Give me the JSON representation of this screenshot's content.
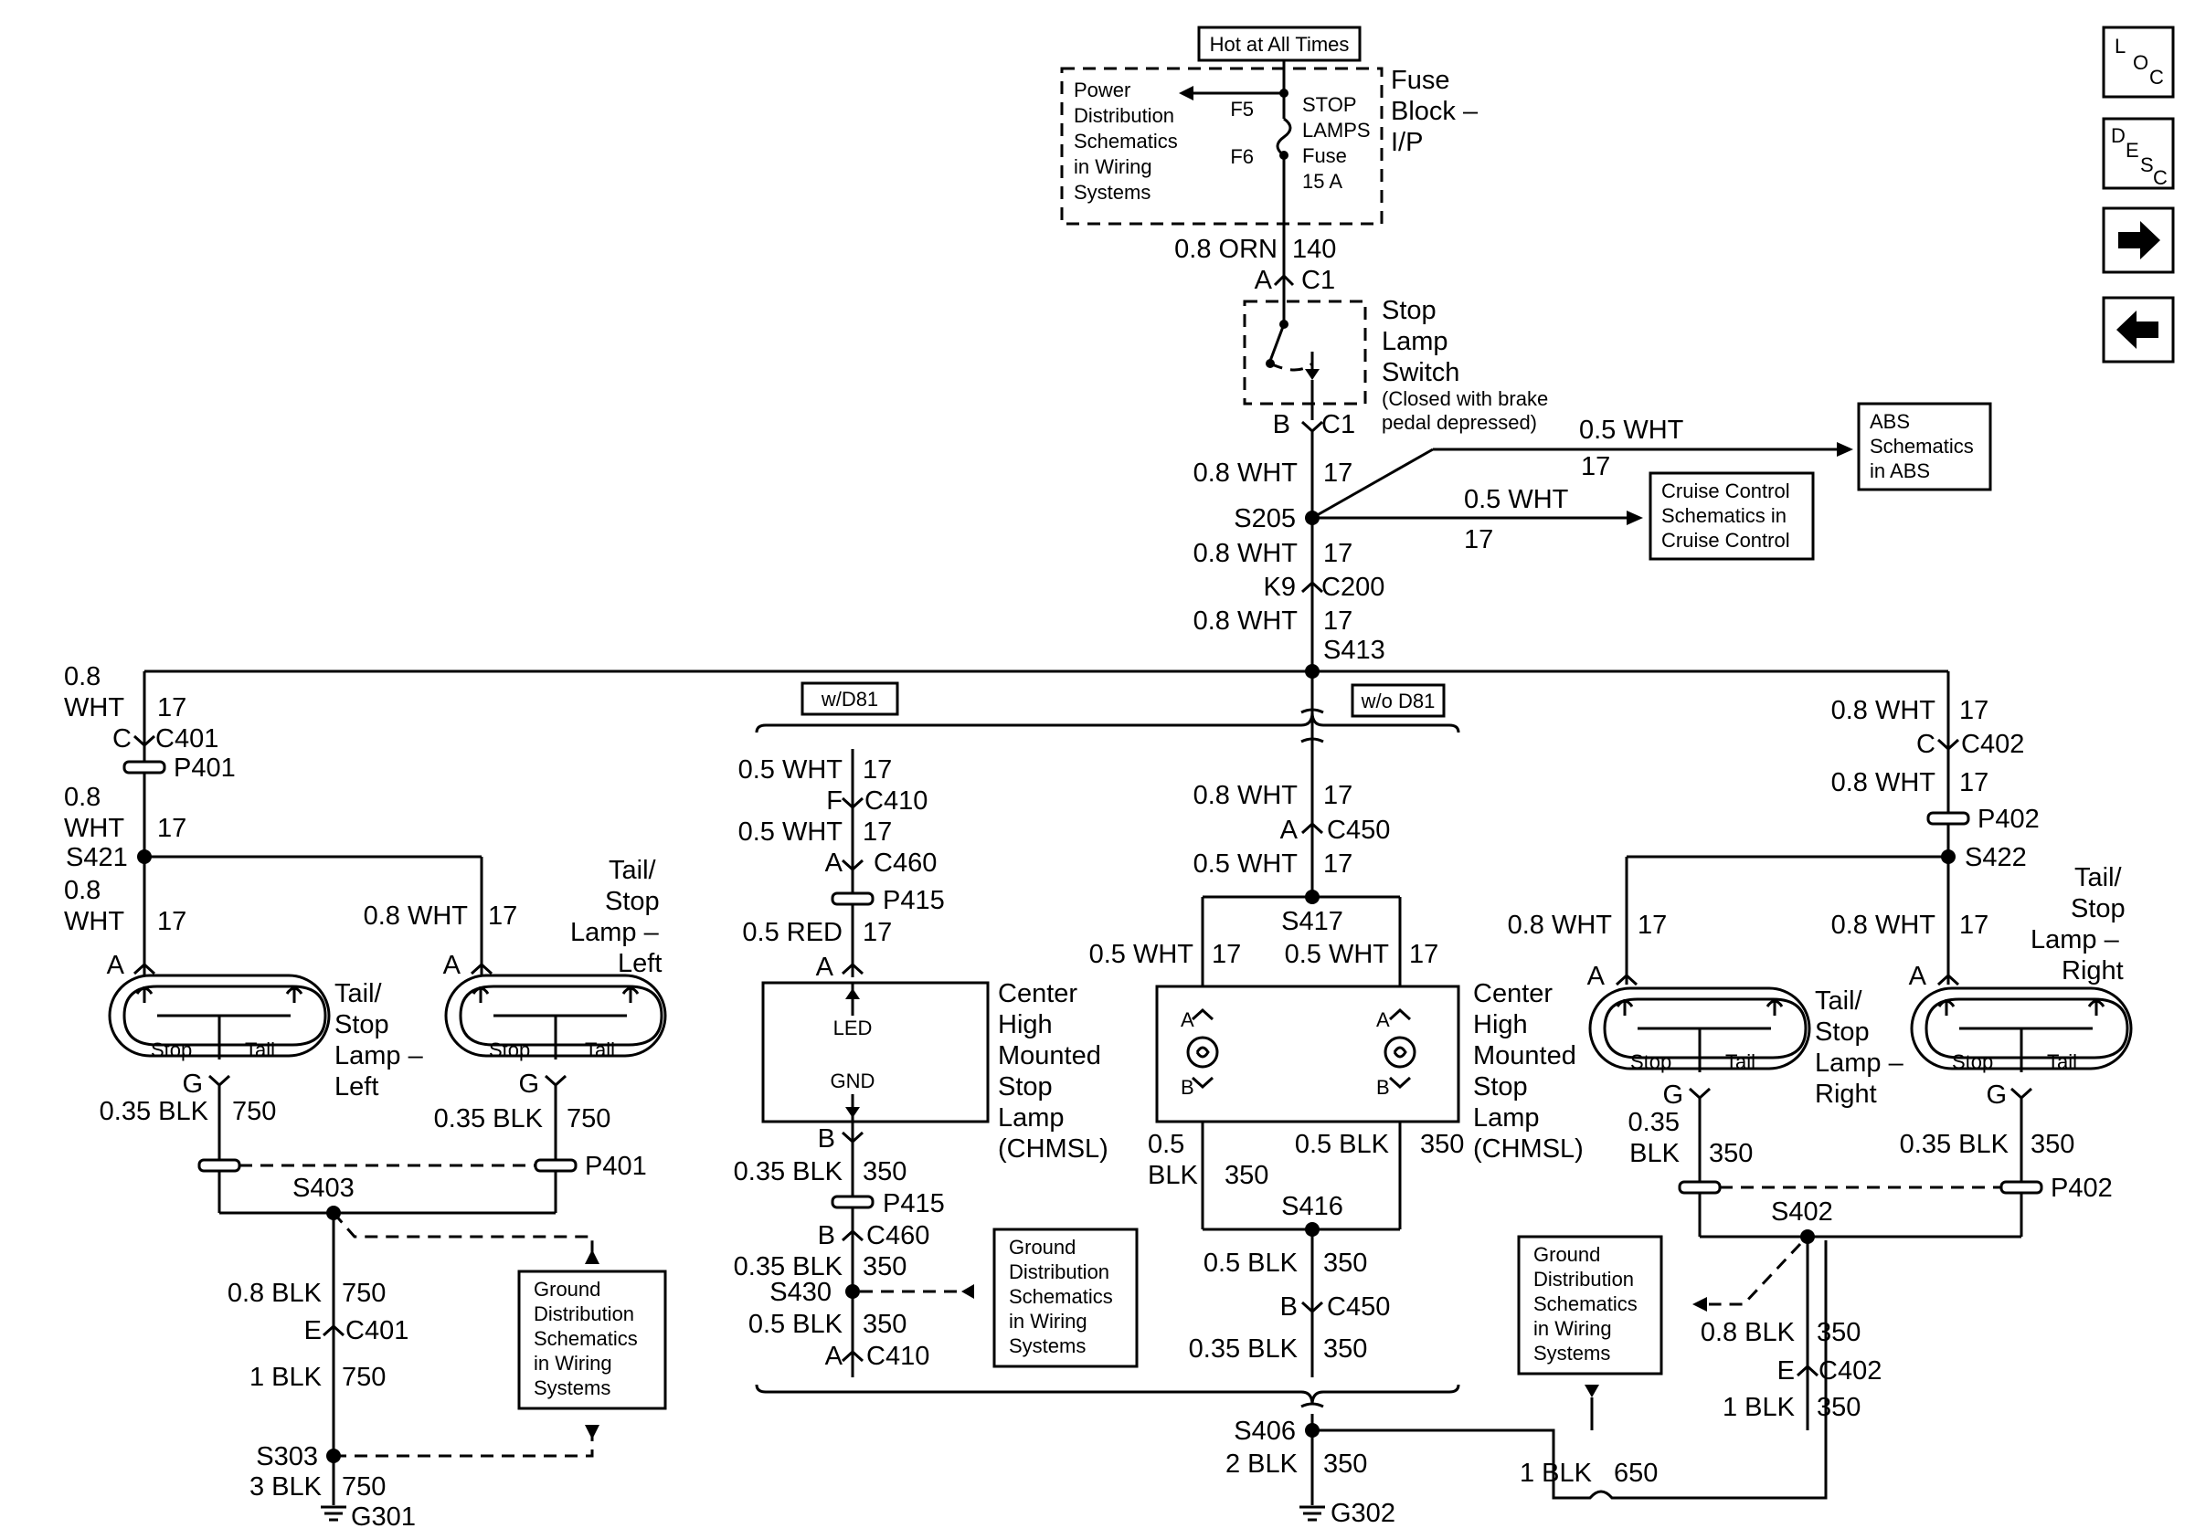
{
  "fuse": {
    "hot_label": "Hot at All Times",
    "power_dist": [
      "Power",
      "Distribution",
      "Schematics",
      "in Wiring",
      "Systems"
    ],
    "f5": "F5",
    "f6": "F6",
    "fuse_name": [
      "STOP",
      "LAMPS",
      "Fuse",
      "15 A"
    ],
    "block": [
      "Fuse",
      "Block –",
      "I/P"
    ]
  },
  "top_wire": {
    "size": "0.8 ORN",
    "circuit": "140",
    "pin": "A",
    "conn": "C1"
  },
  "switch": {
    "title": [
      "Stop",
      "Lamp",
      "Switch"
    ],
    "note": [
      "(Closed with brake",
      "pedal depressed)"
    ],
    "pin": "B",
    "conn": "C1"
  },
  "abs": {
    "wire": "0.5 WHT",
    "circuit": "17",
    "box": [
      "ABS",
      "Schematics",
      "in ABS"
    ]
  },
  "cruise": {
    "wire": "0.5 WHT",
    "circuit": "17",
    "box": [
      "Cruise Control",
      "Schematics in",
      "Cruise Control"
    ]
  },
  "trunk": {
    "w1": "0.8 WHT",
    "c1": "17",
    "splice": "S205",
    "w2": "0.8 WHT",
    "c2": "17",
    "pin": "K9",
    "conn": "C200",
    "w3": "0.8 WHT",
    "c3": "17",
    "splice2": "S413"
  },
  "options": {
    "with": "w/D81",
    "without": "w/o D81"
  },
  "left": {
    "w1a": "0.8",
    "w1b": "WHT",
    "c1": "17",
    "pin1": "C",
    "conn1": "C401",
    "p1": "P401",
    "w2a": "0.8",
    "w2b": "WHT",
    "c2": "17",
    "splice": "S421",
    "w3a": "0.8",
    "w3b": "WHT",
    "c3": "17",
    "w4": "0.8 WHT",
    "c4": "17",
    "lamp1": {
      "pin": "A",
      "stop": "Stop",
      "tail": "Tail",
      "g": "G",
      "name": [
        "Tail/",
        "Stop",
        "Lamp –",
        "Left"
      ]
    },
    "lamp2": {
      "pin": "A",
      "stop": "Stop",
      "tail": "Tail",
      "g": "G",
      "name": [
        "Tail/",
        "Stop",
        "Lamp –",
        "Left"
      ]
    },
    "gw1": "0.35 BLK",
    "gc1": "750",
    "gw2": "0.35 BLK",
    "gc2": "750",
    "p401": "P401",
    "s403": "S403",
    "gw3": "0.8 BLK",
    "gc3": "750",
    "pin5": "E",
    "conn5": "C401",
    "gw4": "1 BLK",
    "gc4": "750",
    "s303": "S303",
    "gw5": "3 BLK",
    "gc5": "750",
    "ground": "G301",
    "gd": [
      "Ground",
      "Distribution",
      "Schematics",
      "in Wiring",
      "Systems"
    ]
  },
  "center1": {
    "w1": "0.5 WHT",
    "c1": "17",
    "pin1": "F",
    "conn1": "C410",
    "w2": "0.5 WHT",
    "c2": "17",
    "pin2": "A",
    "conn2": "C460",
    "p": "P415",
    "w3": "0.5 RED",
    "c3": "17",
    "pin3": "A",
    "led": "LED",
    "gnd": "GND",
    "name": [
      "Center",
      "High",
      "Mounted",
      "Stop",
      "Lamp",
      "(CHMSL)"
    ],
    "pin4": "B",
    "w4": "0.35 BLK",
    "c4": "350",
    "p2": "P415",
    "pin5": "B",
    "conn5": "C460",
    "w5": "0.35 BLK",
    "c5": "350",
    "s430": "S430",
    "w6": "0.5 BLK",
    "c6": "350",
    "pin6": "A",
    "conn6": "C410",
    "gd": [
      "Ground",
      "Distribution",
      "Schematics",
      "in Wiring",
      "Systems"
    ]
  },
  "center2": {
    "w1": "0.8 WHT",
    "c1": "17",
    "pin1": "A",
    "conn1": "C450",
    "w2": "0.5 WHT",
    "c2": "17",
    "s417": "S417",
    "w3": "0.5 WHT",
    "c3": "17",
    "w4": "0.5 WHT",
    "c4": "17",
    "pa": "A",
    "pb": "B",
    "pa2": "A",
    "pb2": "B",
    "name": [
      "Center",
      "High",
      "Mounted",
      "Stop",
      "Lamp",
      "(CHMSL)"
    ],
    "w5a": "0.5",
    "w5b": "BLK",
    "c5": "350",
    "w6": "0.5 BLK",
    "c6": "350",
    "s416": "S416",
    "w7": "0.5 BLK",
    "c7": "350",
    "pin7": "B",
    "conn7": "C450",
    "w8": "0.35 BLK",
    "c8": "350",
    "s406": "S406",
    "w9": "2 BLK",
    "c9": "350",
    "ground": "G302",
    "w10": "1 BLK",
    "c10": "650"
  },
  "right": {
    "w1": "0.8 WHT",
    "c1": "17",
    "pin1": "C",
    "conn1": "C402",
    "w2": "0.8 WHT",
    "c2": "17",
    "p1": "P402",
    "splice": "S422",
    "w3": "0.8 WHT",
    "c3": "17",
    "w4": "0.8 WHT",
    "c4": "17",
    "lamp1": {
      "pin": "A",
      "stop": "Stop",
      "tail": "Tail",
      "g": "G",
      "name": [
        "Tail/",
        "Stop",
        "Lamp –",
        "Right"
      ]
    },
    "lamp2": {
      "pin": "A",
      "stop": "Stop",
      "tail": "Tail",
      "g": "G",
      "name": [
        "Tail/",
        "Stop",
        "Lamp –",
        "Right"
      ]
    },
    "gw1a": "0.35",
    "gw1b": "BLK",
    "gc1": "350",
    "gw2": "0.35 BLK",
    "gc2": "350",
    "p402": "P402",
    "s402": "S402",
    "gw3": "0.8 BLK",
    "gc3": "350",
    "pin5": "E",
    "conn5": "C402",
    "gw4": "1 BLK",
    "gc4": "350",
    "gd": [
      "Ground",
      "Distribution",
      "Schematics",
      "in Wiring",
      "Systems"
    ]
  },
  "nav": {
    "loc": [
      "L",
      "O",
      "C"
    ],
    "desc": [
      "D",
      "E",
      "S",
      "C"
    ]
  }
}
